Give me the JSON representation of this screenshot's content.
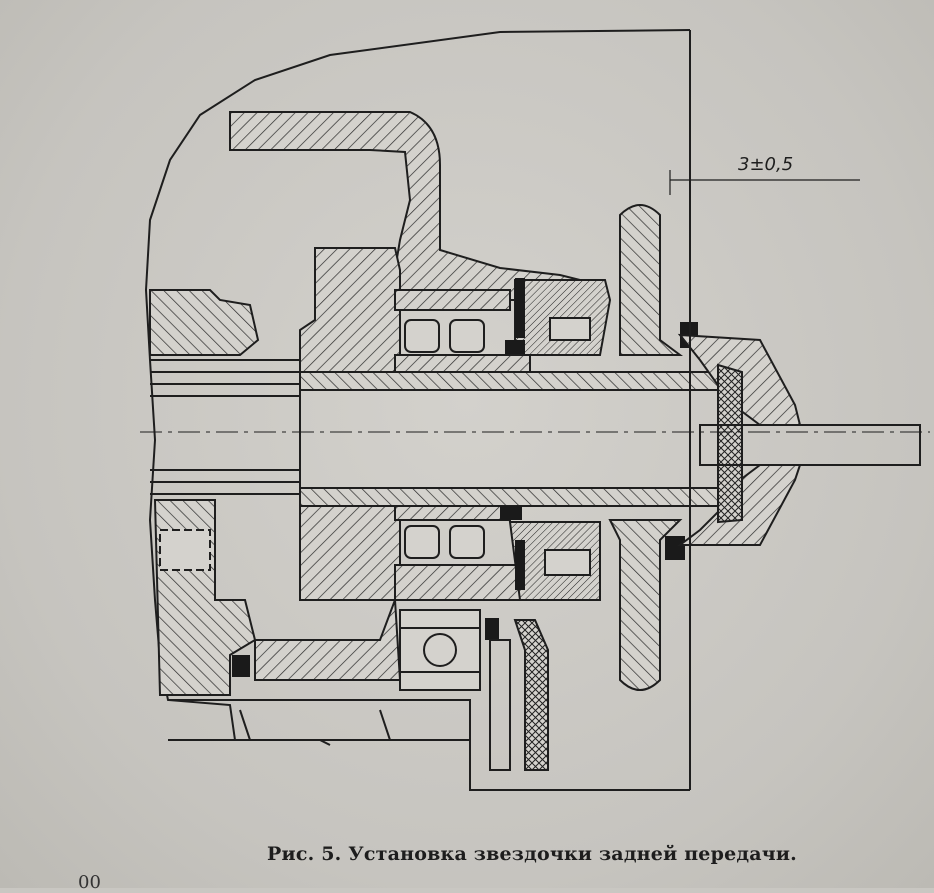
{
  "figure": {
    "dimension_label": "3±0,5",
    "caption": "Рис. 5. Установка звездочки задней передачи.",
    "page_number_fragment": "00"
  },
  "colors": {
    "paper": "#c9c7c2",
    "ink": "#1e1e1e",
    "hatch": "#2a2a2a"
  }
}
